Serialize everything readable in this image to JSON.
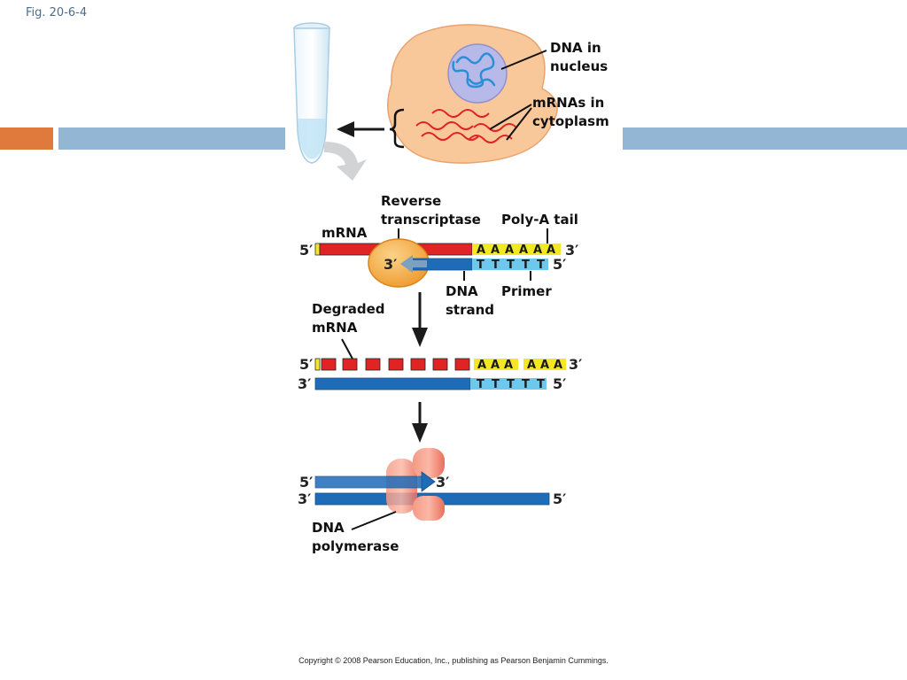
{
  "slide": {
    "fig_label": "Fig. 20-6-4",
    "copyright": "Copyright © 2008 Pearson Education, Inc., publishing as Pearson Benjamin Cummings."
  },
  "colors": {
    "accent_orange": "#e07a3c",
    "bar_blue": "#93b6d5",
    "mrna_red": "#e02424",
    "dna_blue": "#1e6bb8",
    "polyA_yellow": "#f5e626",
    "primer_cyan": "#6ec8ec",
    "cell_peach": "#f9c89a",
    "nucleus_lavender": "#b7b9e8",
    "enzyme_orange": "#f4a640",
    "polymerase_salmon": "#ef7f6c"
  },
  "diagram": {
    "cell": {
      "label_nucleus_1": "DNA in",
      "label_nucleus_2": "nucleus",
      "label_mrna_1": "mRNAs in",
      "label_mrna_2": "cytoplasm"
    },
    "step1": {
      "reverse_1": "Reverse",
      "reverse_2": "transcriptase",
      "polya_label": "Poly-A tail",
      "mrna_label": "mRNA",
      "end_top_left": "5′",
      "end_top_right": "3′",
      "end_bottom_right": "5′",
      "enzyme_end": "3′",
      "polya_bases": [
        "A",
        "A",
        "A",
        "A",
        "A",
        "A"
      ],
      "primer_bases": [
        "T",
        "T",
        "T",
        "T",
        "T"
      ],
      "dna_strand_1": "DNA",
      "dna_strand_2": "strand",
      "primer_label": "Primer"
    },
    "step2": {
      "degraded_1": "Degraded",
      "degraded_2": "mRNA",
      "end_top_left": "5′",
      "end_top_right": "3′",
      "end_bottom_left": "3′",
      "end_bottom_right": "5′",
      "polya_bases": [
        "A",
        "A",
        "A",
        "A",
        "A",
        "A"
      ],
      "primer_bases": [
        "T",
        "T",
        "T",
        "T",
        "T"
      ]
    },
    "step3": {
      "end_top_left": "5′",
      "end_arrow": "3′",
      "end_bottom_left": "3′",
      "end_bottom_right": "5′",
      "polymerase_1": "DNA",
      "polymerase_2": "polymerase"
    }
  }
}
